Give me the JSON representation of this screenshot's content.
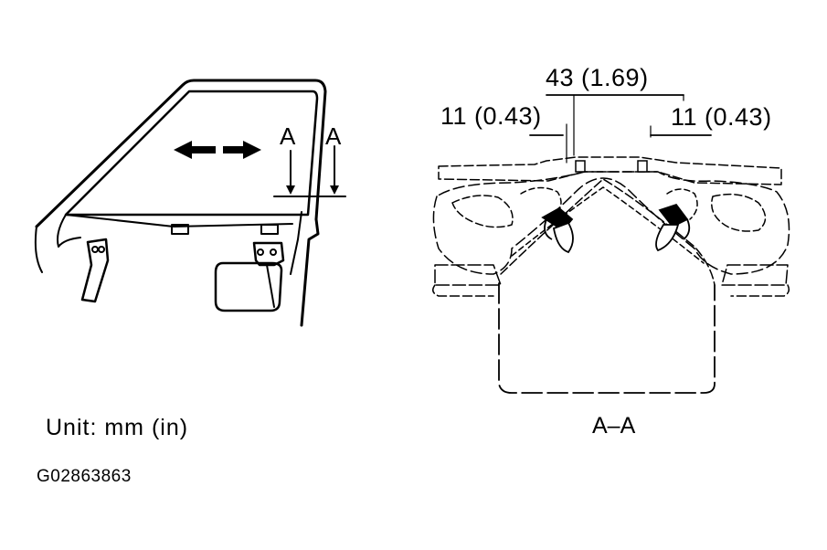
{
  "diagram": {
    "section_arrow_left": "A",
    "section_arrow_right": "A",
    "dimension_top": "43  (1.69)",
    "dimension_left": "11  (0.43)",
    "dimension_right": "11  (0.43)",
    "section_title": "A–A",
    "unit_label": "Unit:  mm  (in)",
    "figure_code": "G02863863"
  }
}
